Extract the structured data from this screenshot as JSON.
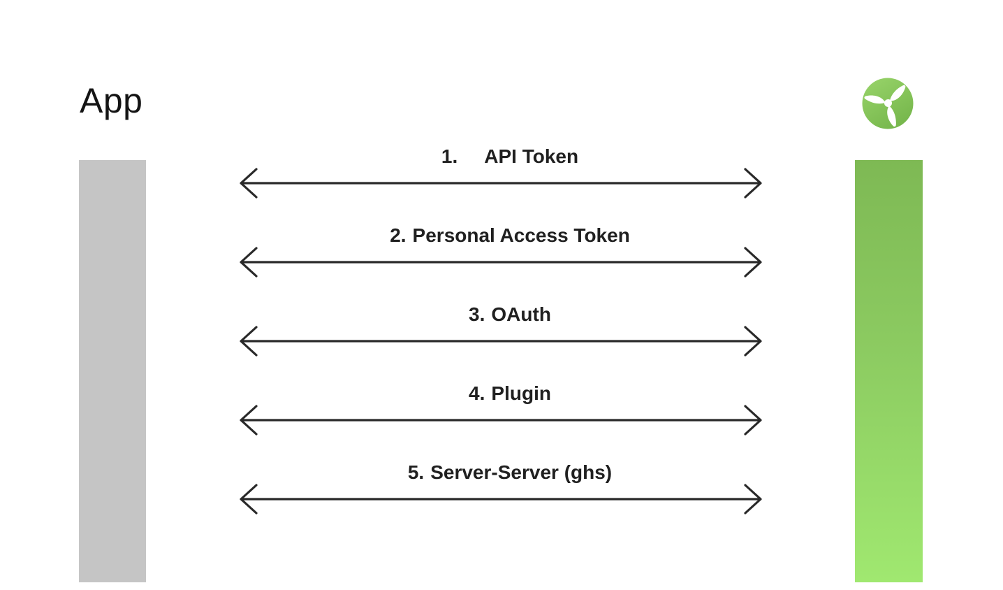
{
  "diagram": {
    "left_actor": {
      "label": "App"
    },
    "right_actor": {
      "icon": "propeller-logo-icon"
    },
    "lifelines": {
      "app_bar_color": "#c5c5c5",
      "service_bar_gradient_top": "#7eb954",
      "service_bar_gradient_bottom": "#a0e870"
    },
    "arrow_color": "#292929",
    "messages": [
      {
        "number": "1.",
        "text": "API Token"
      },
      {
        "number": "2.",
        "text": "Personal Access Token"
      },
      {
        "number": "3.",
        "text": "OAuth"
      },
      {
        "number": "4.",
        "text": "Plugin"
      },
      {
        "number": "5.",
        "text": "Server-Server (ghs)"
      }
    ],
    "logo_colors": {
      "circle_gradient_top": "#96d268",
      "circle_gradient_bottom": "#74b54a",
      "blade_color": "#ffffff"
    }
  }
}
